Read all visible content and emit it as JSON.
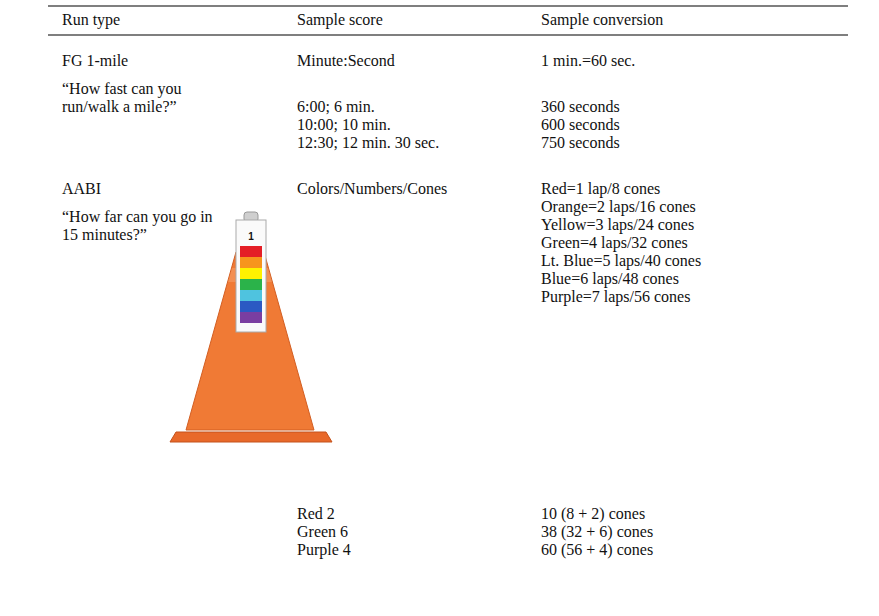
{
  "diagram": {
    "labels": [
      "Run type",
      "Sample score",
      "Sample conversion",
      "FG 1-mile",
      "Minute:Second",
      "1 min.=60 sec.",
      "“How fast can you run/walk a mile?”",
      "6:00; 6 min.",
      "360 seconds",
      "10:00; 10 min.",
      "600 seconds",
      "12:30; 12 min. 30 sec.",
      "750 seconds",
      "AABI",
      "Colors/Numbers/Cones",
      "Red=1 lap/8 cones",
      "Orange=2 laps/16 cones",
      "Yellow=3 laps/24 cones",
      "Green=4 laps/32 cones",
      "Lt. Blue=5 laps/40 cones",
      "Blue=6 laps/48 cones",
      "Purple=7 laps/56 cones",
      "“How far can you go in 15 minutes?”",
      "1",
      "Red 2",
      "10 (8 + 2) cones",
      "Green 6",
      "38 (32 + 6) cones",
      "Purple 4",
      "60 (56 + 4) cones"
    ]
  }
}
